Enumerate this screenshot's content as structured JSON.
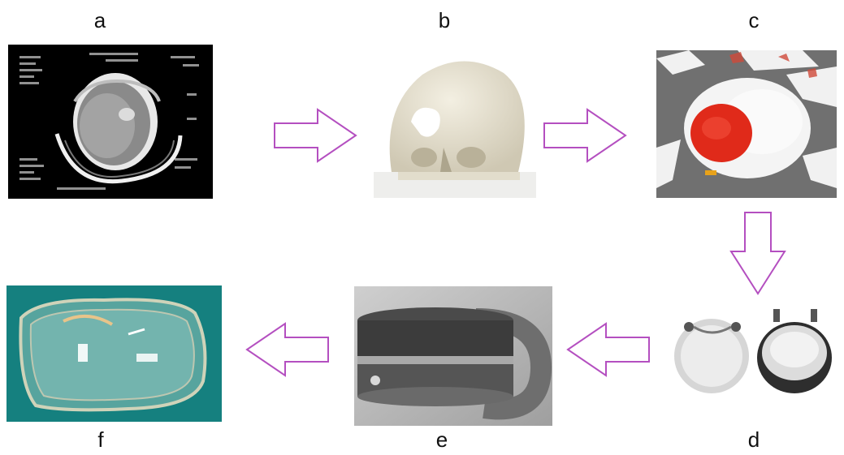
{
  "diagram": {
    "labels": {
      "a": "a",
      "b": "b",
      "c": "c",
      "d": "d",
      "e": "e",
      "f": "f"
    },
    "arrow_color": "#b44fc0",
    "highlight_color": "#e02a1a"
  }
}
